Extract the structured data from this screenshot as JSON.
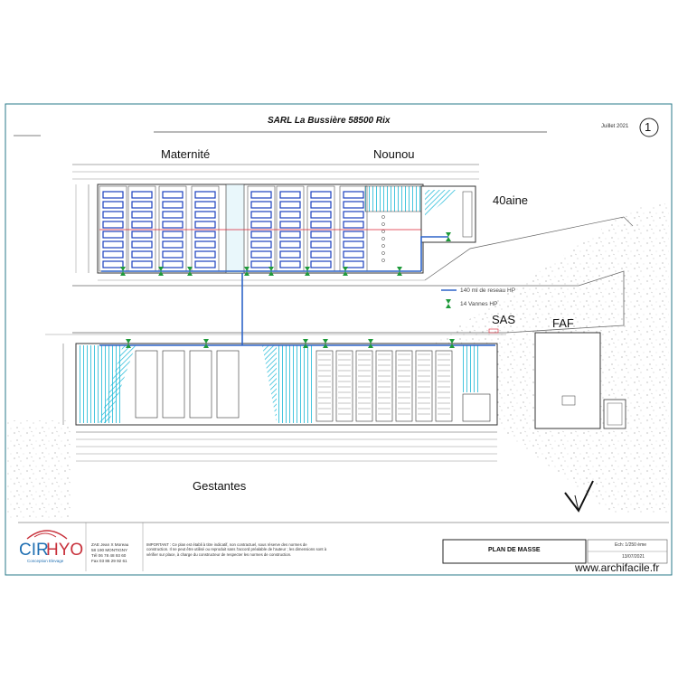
{
  "sheet": {
    "title": "SARL La Bussière   58500 Rix",
    "date": "Juillet 2021",
    "sheet_number": "1",
    "plan_title": "PLAN DE MASSE",
    "scale": "Ech: 1/250 ème",
    "print_date": "13/07/2021",
    "watermark": "www.archifacile.fr"
  },
  "buildings": {
    "maternite": "Maternité",
    "nounou": "Nounou",
    "quarantaine": "40aine",
    "sas": "SAS",
    "faf": "FAF",
    "gestantes": "Gestantes"
  },
  "legend": {
    "network": "140 ml de reseau HP",
    "valves": "14 Vannes HP"
  },
  "company": {
    "logo_text_a": "CIR",
    "logo_text_b": "HYO",
    "logo_tagline": "Conception Elevage",
    "address_lines": [
      "ZAE Jean X Moreau",
      "58 190 MONTIGNY",
      "Tél 06 78 48 93 60",
      "Fax 03 86 29 92 61"
    ],
    "disclaimer": "IMPORTANT : Ce plan est établi à titre indicatif, non contractuel, sous réserve des normes de construction. Il ne peut être utilisé ou reproduit sans l'accord préalable de l'auteur ; les dimensions sont à vérifier sur place, à charge du constructeur de respecter les normes de construction."
  },
  "colors": {
    "pipe": "#2d64c8",
    "hatch": "#18b7d6",
    "pens": "#1a3fbf",
    "valve": "#1e9a3a",
    "logo_red": "#c8323c",
    "logo_blue": "#1f6fb2"
  }
}
